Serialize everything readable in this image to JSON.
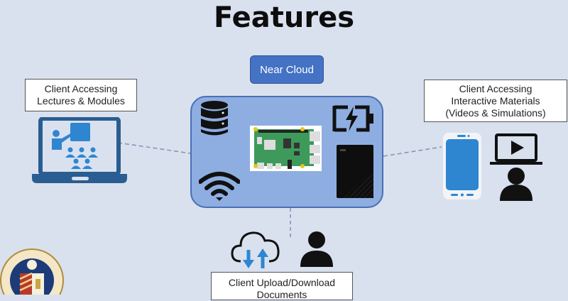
{
  "slide": {
    "title": "Features",
    "near_cloud_label": "Near Cloud",
    "left_client": {
      "line1": "Client Accessing",
      "line2": "Lectures & Modules",
      "icon": "laptop-lecture-icon"
    },
    "right_client": {
      "line1": "Client Accessing",
      "line2": "Interactive Materials",
      "line3": "(Videos & Simulations)",
      "icons": [
        "smartphone-icon",
        "video-viewer-icon"
      ]
    },
    "bottom_client": {
      "line1": "Client Upload/Download",
      "line2": "Documents",
      "icons": [
        "cloud-transfer-icon",
        "user-icon"
      ]
    },
    "center_icons": [
      "database-icon",
      "battery-charging-icon",
      "raspberry-pi-board",
      "wifi-icon",
      "external-hard-drive-icon"
    ],
    "logo": "university-seal-logo",
    "colors": {
      "background": "#d9e1ef",
      "near_cloud_fill": "#4472c4",
      "center_box_fill": "#8eaee2",
      "icon_blue": "#2e86d1",
      "laptop_dark": "#2a5d91"
    }
  }
}
